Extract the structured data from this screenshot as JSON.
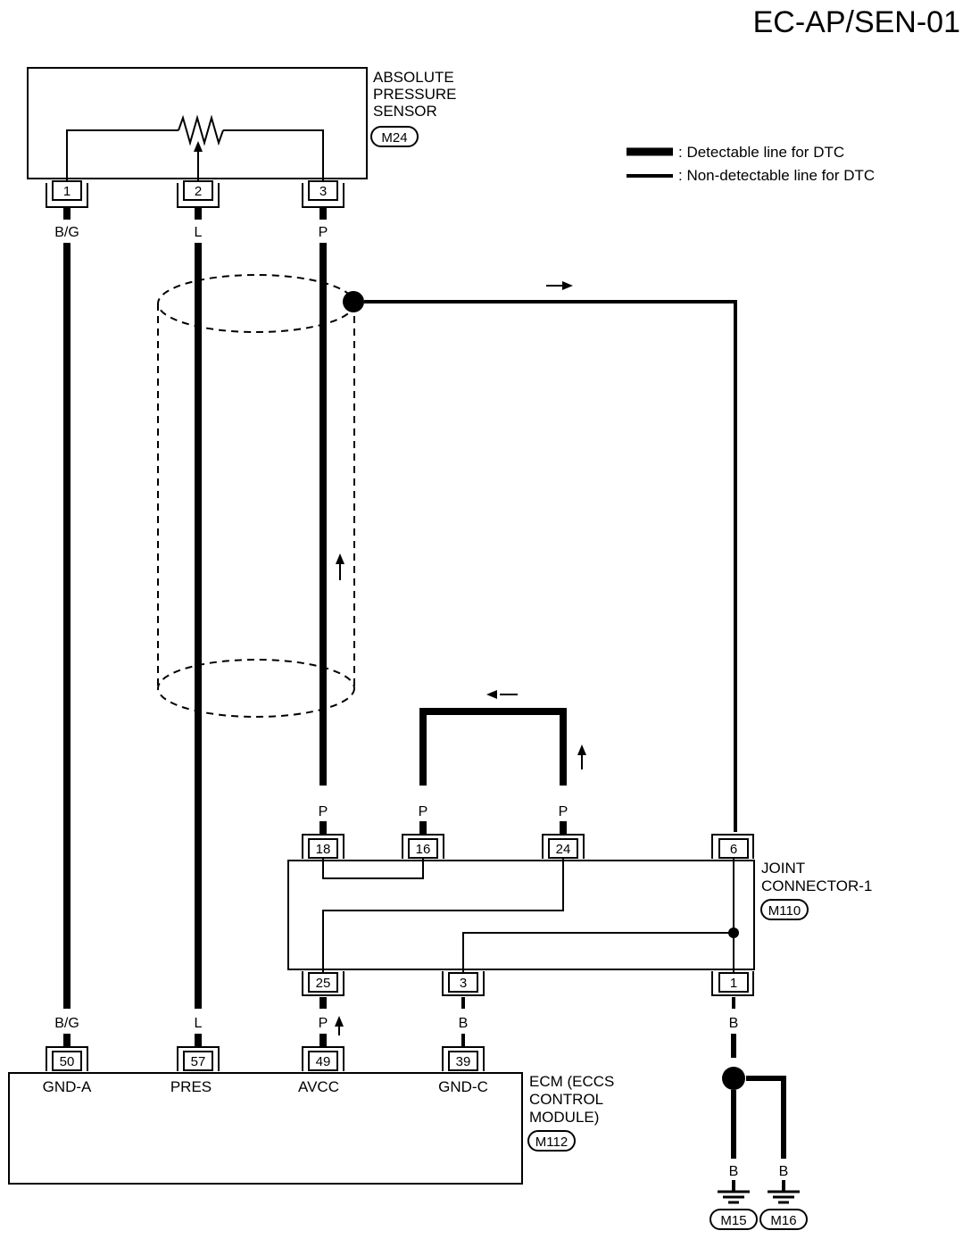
{
  "title": "EC-AP/SEN-01",
  "legend": {
    "detectable": ": Detectable line for DTC",
    "non_detectable": ": Non-detectable line for DTC"
  },
  "sensor": {
    "name_line1": "ABSOLUTE",
    "name_line2": "PRESSURE",
    "name_line3": "SENSOR",
    "connector": "M24",
    "pins": [
      "1",
      "2",
      "3"
    ]
  },
  "joint": {
    "name_line1": "JOINT",
    "name_line2": "CONNECTOR-1",
    "connector": "M110",
    "top_pins": [
      "18",
      "16",
      "24",
      "6"
    ],
    "bottom_pins": [
      "25",
      "3",
      "1"
    ]
  },
  "ecm": {
    "name_line1": "ECM (ECCS",
    "name_line2": "CONTROL",
    "name_line3": "MODULE)",
    "connector": "M112",
    "pins": [
      "50",
      "57",
      "49",
      "39"
    ],
    "terminals": [
      "GND-A",
      "PRES",
      "AVCC",
      "GND-C"
    ]
  },
  "wire_colors": {
    "bg_top": "B/G",
    "l_top": "L",
    "p_top": "P",
    "p18": "P",
    "p16": "P",
    "p24": "P",
    "bg_bottom": "B/G",
    "l_bottom": "L",
    "p_bottom": "P",
    "b_bottom": "B",
    "b_jc1": "B",
    "b_m15": "B",
    "b_m16": "B"
  },
  "grounds": [
    "M15",
    "M16"
  ]
}
